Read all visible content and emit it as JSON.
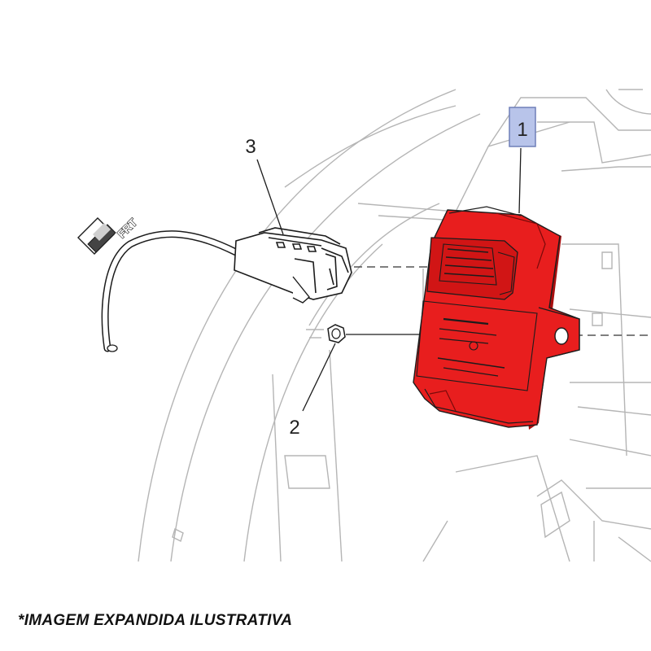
{
  "diagram": {
    "callouts": [
      {
        "number": "1",
        "highlighted": true
      },
      {
        "number": "2",
        "highlighted": false
      },
      {
        "number": "3",
        "highlighted": false
      }
    ],
    "direction_indicator": {
      "label": "FRT",
      "icon": "arrow-down-left-icon"
    }
  },
  "caption": "*IMAGEM EXPANDIDA ILUSTRATIVA",
  "colors": {
    "module_fill": "#e81e1e",
    "module_shadow": "#a80f0f",
    "callout_highlight": "#b8c4ea",
    "background_lines": "#b5b5b5",
    "part_lines": "#1c1c1c"
  }
}
